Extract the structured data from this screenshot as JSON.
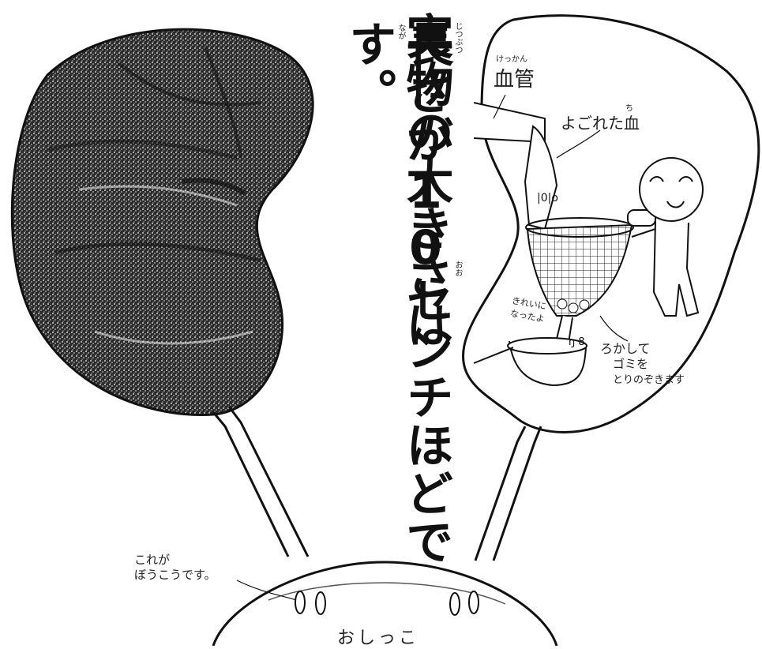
{
  "title": {
    "line1": "実物の大きさは",
    "line2": "長さが10センチほどです。",
    "ruby_jitsubutsu": "じつぶつ",
    "ruby_ookisa": "おお",
    "ruby_nagasa": "なが"
  },
  "labels": {
    "blood_vessel": "血管",
    "blood_vessel_ruby": "けっかん",
    "dirty_blood": "よごれた血",
    "dirty_blood_ruby": "ち",
    "filter_note_1": "ろかして",
    "filter_note_2": "ゴミを",
    "filter_note_3": "とりのぞきます",
    "clean_1": "きれいに",
    "clean_2": "なったよ",
    "bladder_1": "これが",
    "bladder_2": "ぼうこうです。",
    "urine": "おしっこ"
  },
  "icons": [
    "kidney-illustration",
    "kidney-cross-section",
    "filter-character",
    "strainer-icon",
    "bladder-outline"
  ]
}
